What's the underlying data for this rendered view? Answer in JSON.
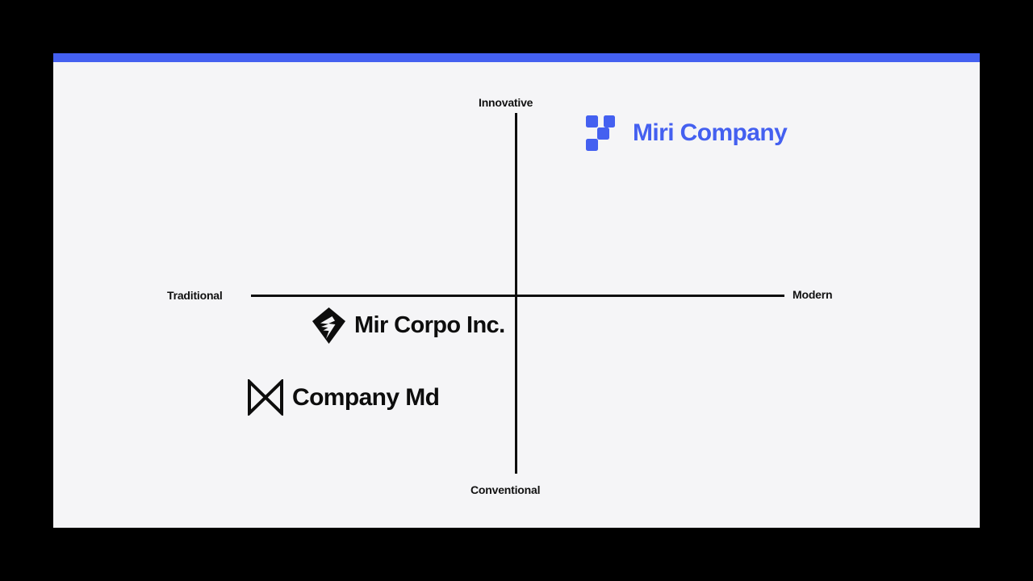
{
  "slide": {
    "background_color": "#f5f5f7",
    "canvas_color": "#000000",
    "accent_color": "#4460f0"
  },
  "axes": {
    "top_label": "Innovative",
    "bottom_label": "Conventional",
    "left_label": "Traditional",
    "right_label": "Modern",
    "line_color": "#0d0d0d"
  },
  "brands": [
    {
      "name": "Miri Company",
      "icon": "blocks-cluster-logo",
      "color": "#4460f0",
      "quadrant": "innovative-modern"
    },
    {
      "name": "Mir Corpo Inc.",
      "icon": "diamond-bolt-logo",
      "color": "#0d0d0d",
      "quadrant": "traditional-conventional"
    },
    {
      "name": "Company Md",
      "icon": "bowtie-m-logo",
      "color": "#0d0d0d",
      "quadrant": "traditional-conventional"
    }
  ],
  "chart_data": {
    "type": "scatter",
    "title": "",
    "xlabel": "Traditional ↔ Modern",
    "ylabel": "Conventional ↔ Innovative",
    "xlim": [
      -1,
      1
    ],
    "ylim": [
      -1,
      1
    ],
    "grid": false,
    "legend": "none",
    "annotations": [
      "Innovative",
      "Modern",
      "Conventional",
      "Traditional"
    ],
    "points": [
      {
        "label": "Miri Company",
        "x": 0.36,
        "y": 0.69
      },
      {
        "label": "Mir Corpo Inc.",
        "x": -0.47,
        "y": -0.11
      },
      {
        "label": "Company Md",
        "x": -0.73,
        "y": -0.51
      }
    ]
  }
}
